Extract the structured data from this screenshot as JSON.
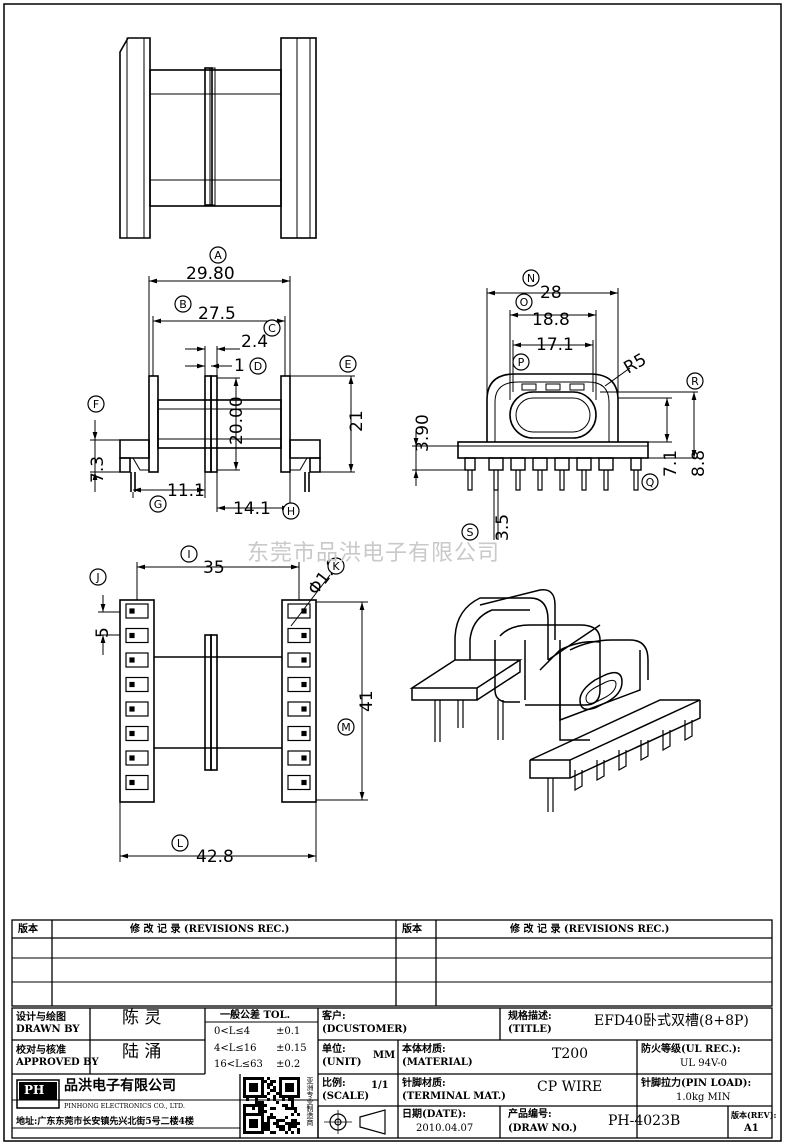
{
  "watermark": "东莞市品洪电子有限公司",
  "dimensions": {
    "A": "29.80",
    "B": "27.5",
    "C": "2.4",
    "D": "1",
    "E": "21",
    "F": "7.3",
    "G": "11.1",
    "H": "14.1",
    "ht20": "20.00",
    "N": "28",
    "O": "18.8",
    "P": "17.1",
    "R5": "R5",
    "R": "7.1",
    "Q": "8.8",
    "h390": "3.90",
    "S": "3.5",
    "I": "35",
    "K": "Φ1.0",
    "J": "5",
    "M": "41",
    "L": "42.8"
  },
  "callouts": [
    "A",
    "B",
    "C",
    "D",
    "E",
    "F",
    "G",
    "H",
    "N",
    "O",
    "P",
    "R",
    "Q",
    "S",
    "I",
    "K",
    "J",
    "M",
    "L"
  ],
  "revisions": {
    "ver_label": "版本",
    "rec_label": "修 改 记 录 (REVISIONS REC.)"
  },
  "title_block": {
    "designer_label_cn": "设计与绘图",
    "designer_label_en": "DRAWN BY",
    "designer_name": "陈 灵",
    "checker_label_cn": "校对与核准",
    "checker_label_en": "APPROVED BY",
    "checker_name": "陆 涌",
    "tol_title": "一般公差 TOL.",
    "tol_rows": [
      {
        "range": "0<L≤4",
        "val": "±0.1"
      },
      {
        "range": "4<L≤16",
        "val": "±0.15"
      },
      {
        "range": "16<L≤63",
        "val": "±0.2"
      }
    ],
    "customer_label": "客户:",
    "customer_en": "(DCUSTOMER)",
    "unit_label": "单位:",
    "unit_en": "(UNIT)",
    "unit_value": "MM",
    "scale_label": "比例:",
    "scale_en": "(SCALE)",
    "scale_value": "1/1",
    "title_label": "规格描述:",
    "title_en": "(TITLE)",
    "title_value": "EFD40卧式双槽(8+8P)",
    "material_label": "本体材质:",
    "material_en": "(MATERIAL)",
    "material_value": "T200",
    "terminal_label": "针脚材质:",
    "terminal_en": "(TERMINAL MAT.)",
    "terminal_value": "CP WIRE",
    "date_label": "日期(DATE):",
    "date_value": "2010.04.07",
    "drawno_label": "产品编号:",
    "drawno_en": "(DRAW NO.)",
    "drawno_value": "PH-4023B",
    "fire_label": "防火等级(UL REC.):",
    "fire_value": "UL 94V-0",
    "pinload_label": "针脚拉力(PIN LOAD):",
    "pinload_value": "1.0kg MIN",
    "rev_label": "版本(REV):",
    "rev_value": "A1",
    "company_logo": "PH",
    "company_cn": "品洪电子有限公司",
    "company_en": "PINHONG ELECTRONICS CO., LTD.",
    "address": "地址:广东东莞市长安镇先兴北街5号二楼4楼",
    "qr_side": "亚洲专业制造商"
  }
}
